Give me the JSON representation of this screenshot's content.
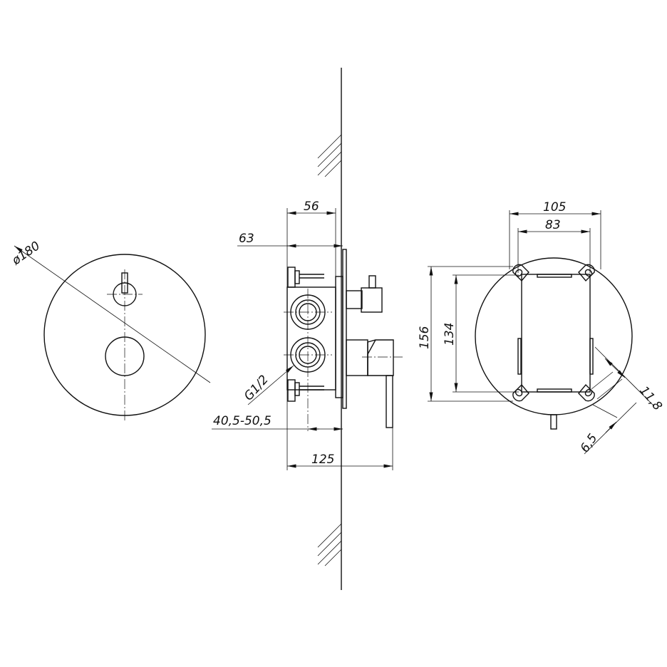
{
  "front_view": {
    "diameter_label": "ø180"
  },
  "side_view": {
    "dim_56": "56",
    "dim_63": "63",
    "thread_label": "G1/2",
    "depth_range": "40,5-50,5",
    "dim_125": "125"
  },
  "back_view": {
    "dim_105": "105",
    "dim_83": "83",
    "dim_156": "156",
    "dim_134": "134",
    "dim_11_8": "11,8",
    "dim_6_5": "6,5"
  }
}
